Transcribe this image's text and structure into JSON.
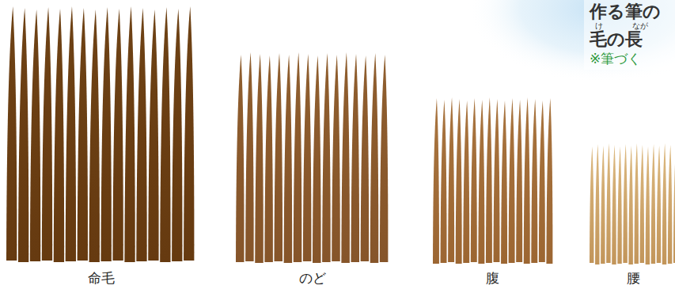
{
  "diagram": {
    "labels": [
      "作る筆の",
      "け",
      "なが",
      "毛の長",
      "※筆づく",
      "命毛",
      "のど",
      "腹",
      "腰"
    ]
  }
}
